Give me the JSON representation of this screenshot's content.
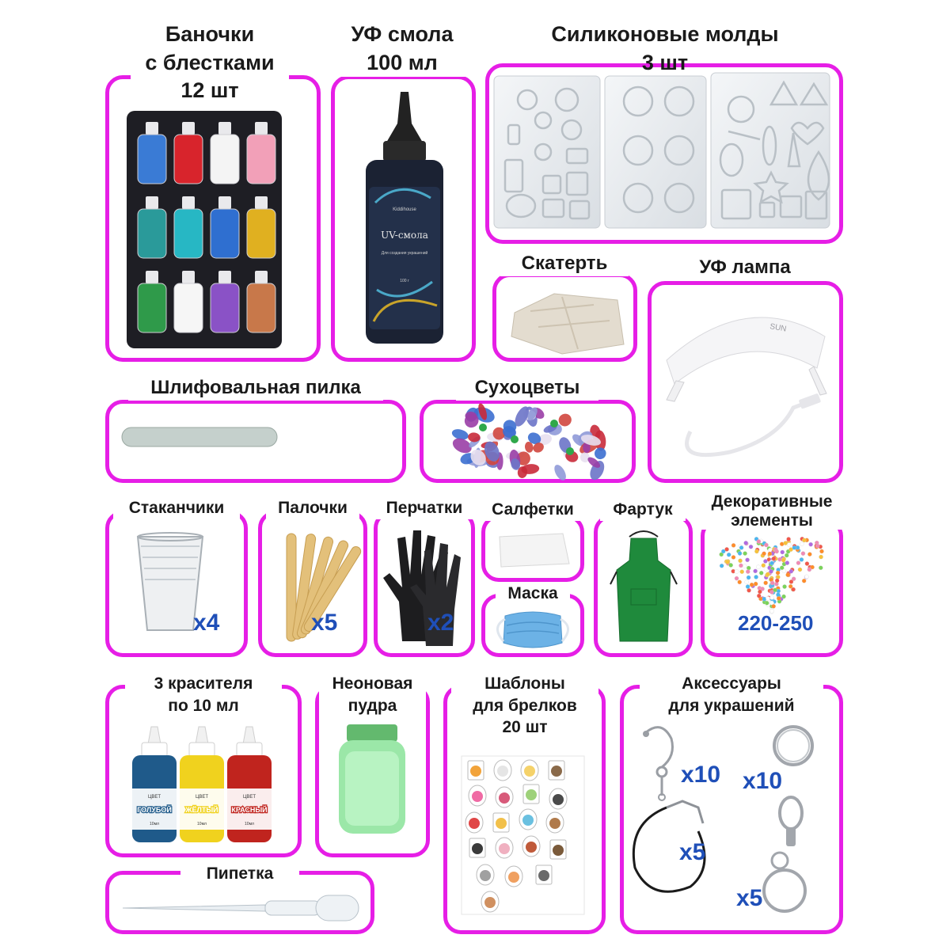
{
  "items": {
    "glitter_jars": {
      "title": "Баночки\nс блестками\n12 шт"
    },
    "uv_resin": {
      "title": "УФ смола\n100 мл",
      "bottle_brand": "Kiddihouse",
      "bottle_label": "UV-смола",
      "bottle_sub": "Для создания украшений",
      "bottle_weight": "100 г"
    },
    "silicone_molds": {
      "title": "Силиконовые молды\n3 шт"
    },
    "tablecloth": {
      "title": "Скатерть"
    },
    "uv_lamp": {
      "title": "УФ лампа",
      "lamp_brand": "SUN"
    },
    "sanding_file": {
      "title": "Шлифовальная пилка"
    },
    "dried_flowers": {
      "title": "Сухоцветы"
    },
    "cups": {
      "title": "Стаканчики",
      "qty": "x4"
    },
    "sticks": {
      "title": "Палочки",
      "qty": "x5"
    },
    "gloves": {
      "title": "Перчатки",
      "qty": "x2"
    },
    "napkins": {
      "title": "Салфетки"
    },
    "mask": {
      "title": "Маска"
    },
    "apron": {
      "title": "Фартук"
    },
    "decor": {
      "title": "Декоративные\nэлементы",
      "qty": "220-250"
    },
    "dyes": {
      "title": "3 красителя\nпо 10 мл",
      "bottles": [
        {
          "tag": "ЦВЕТ",
          "name": "ГОЛУБОЙ",
          "vol": "10мл",
          "color": "#1f5a8a"
        },
        {
          "tag": "ЦВЕТ",
          "name": "ЖЁЛТЫЙ",
          "vol": "10мл",
          "color": "#f0d21e"
        },
        {
          "tag": "ЦВЕТ",
          "name": "КРАСНЫЙ",
          "vol": "10мл",
          "color": "#c0241e"
        }
      ]
    },
    "neon_powder": {
      "title": "Неоновая\nпудра"
    },
    "templates": {
      "title": "Шаблоны\nдля брелков\n20 шт"
    },
    "accessories": {
      "title": "Аксессуары\nдля украшений",
      "qty_earrings": "x10",
      "qty_rings": "x10",
      "qty_cords": "x5",
      "qty_clasps": "x5"
    },
    "pipette": {
      "title": "Пипетка"
    }
  },
  "colors": {
    "frame": "#e61ee6",
    "qty_text": "#1f4fb8",
    "title_text": "#1a1a1a"
  }
}
